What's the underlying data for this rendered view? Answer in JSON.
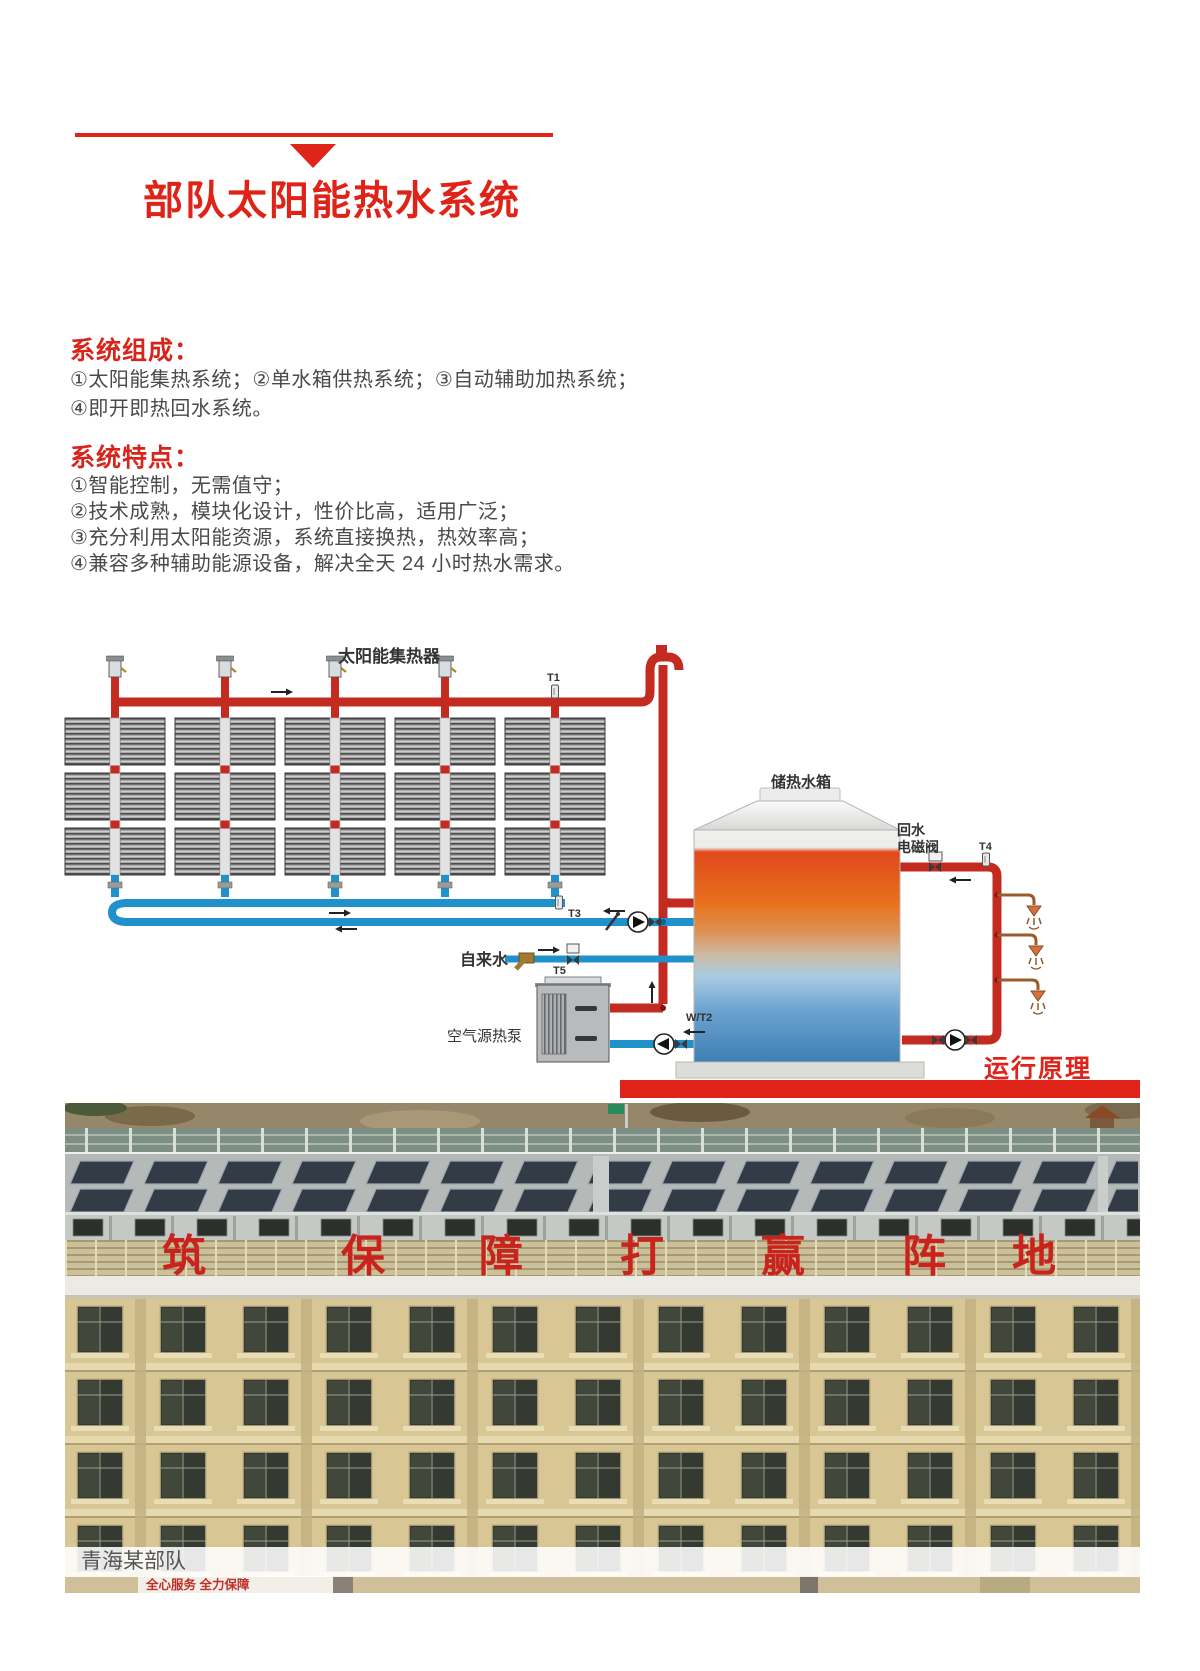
{
  "header": {
    "title": "部队太阳能热水系统",
    "accent_color": "#e02318"
  },
  "composition": {
    "heading": "系统组成：",
    "lines": [
      "①太阳能集热系统；②单水箱供热系统；③自动辅助加热系统；",
      "④即开即热回水系统。"
    ]
  },
  "features": {
    "heading": "系统特点：",
    "lines": [
      "①智能控制，无需值守；",
      "②技术成熟，模块化设计，性价比高，适用广泛；",
      "③充分利用太阳能资源，系统直接换热，热效率高；",
      "④兼容多种辅助能源设备，解决全天 24 小时热水需求。"
    ]
  },
  "diagram": {
    "collector_label": "太阳能集热器",
    "tank_label": "储热水箱",
    "return_valve_label_1": "回水",
    "return_valve_label_2": "电磁阀",
    "tap_water_label": "自来水",
    "heat_pump_label": "空气源热泵",
    "sensor_t1": "T1",
    "sensor_t3": "T3",
    "sensor_t4": "T4",
    "sensor_t5": "T5",
    "sensor_wt2": "W/T2",
    "pipe_hot_color": "#c32b20",
    "pipe_cold_color": "#2191cc"
  },
  "principle": {
    "label": "运行原理"
  },
  "photo": {
    "caption": "青海某部队",
    "roof_slogan": [
      "筑",
      "保",
      "障",
      "打",
      "赢",
      "阵",
      "地"
    ],
    "entrance_banner": "全心服务 全力保障"
  }
}
